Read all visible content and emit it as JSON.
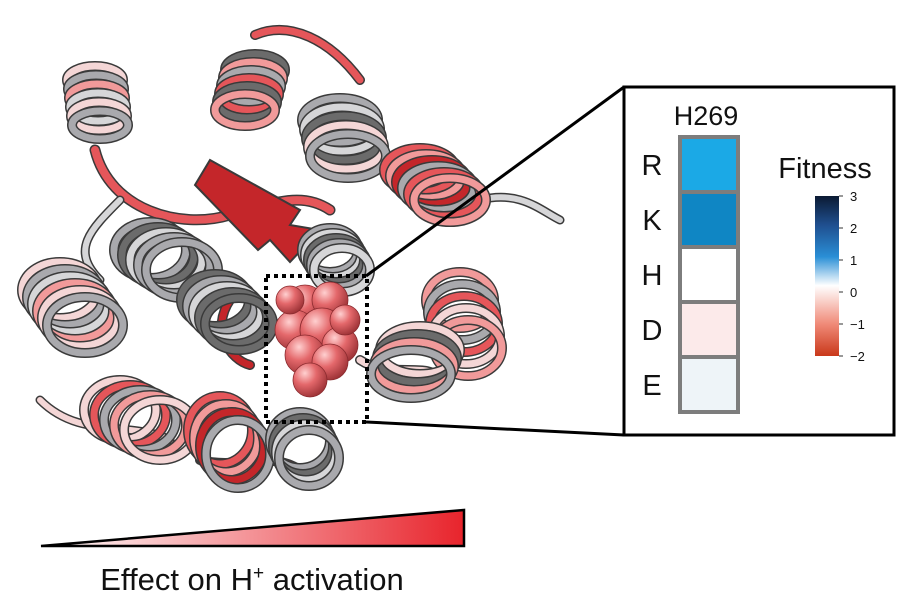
{
  "heatmap": {
    "residue": "H269",
    "rows": [
      {
        "aa": "R",
        "fitness": 1.4,
        "color": "#1BA9E6"
      },
      {
        "aa": "K",
        "fitness": 1.8,
        "color": "#0F86C4"
      },
      {
        "aa": "H",
        "fitness": 0.0,
        "color": "#FFFFFF"
      },
      {
        "aa": "D",
        "fitness": -0.2,
        "color": "#FCEAEA"
      },
      {
        "aa": "E",
        "fitness": 0.1,
        "color": "#EEF4F8"
      }
    ]
  },
  "colorbar": {
    "title": "Fitness",
    "ticks": [
      "3",
      "2",
      "1",
      "0",
      "−1",
      "−2"
    ],
    "colors": [
      "#0b1a33",
      "#1f4f8f",
      "#2a8fd6",
      "#ffffff",
      "#f08a78",
      "#c9381a"
    ]
  },
  "gradient": {
    "label_before": "Effect on H",
    "superscript": "+",
    "label_after": " activation",
    "color_start": "#ffffff",
    "color_end": "#e8242c"
  },
  "structure": {
    "palette": [
      "#6b6b6b",
      "#a9a9ad",
      "#d6d6d8",
      "#f4d6d6",
      "#f19a9a",
      "#e5565a",
      "#c4262a"
    ],
    "highlight_color": "#e4686b",
    "zoom_box_style": "dotted"
  }
}
